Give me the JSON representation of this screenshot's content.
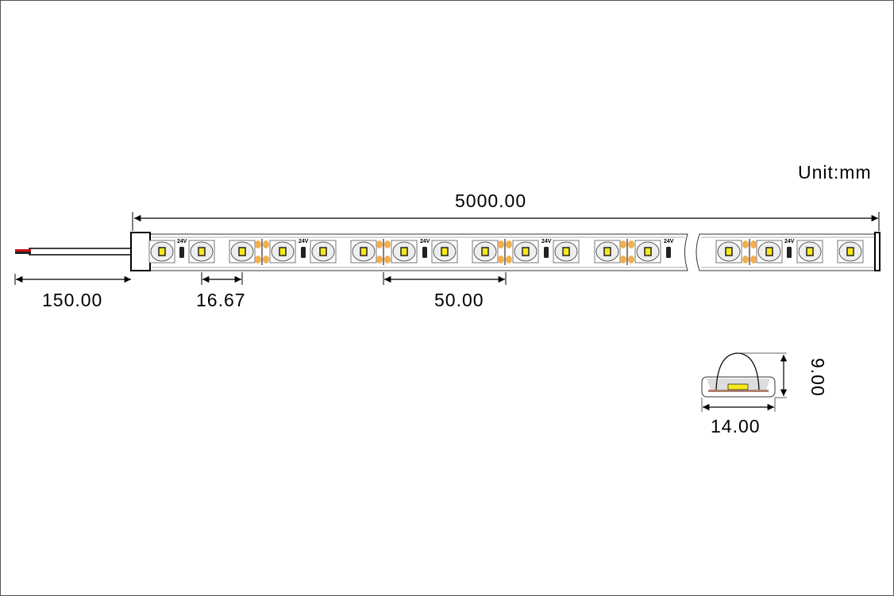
{
  "unit_label": "Unit:mm",
  "dimensions": {
    "total_length": "5000.00",
    "wire_length": "150.00",
    "led_pitch": "16.67",
    "cut_unit": "50.00",
    "width": "14.00",
    "height": "9.00"
  },
  "voltage_label": "24V",
  "colors": {
    "led": "#f7e81a",
    "solder_pad": "#f0b050",
    "pcb": "#b08070",
    "wire_red": "#cc1111"
  }
}
